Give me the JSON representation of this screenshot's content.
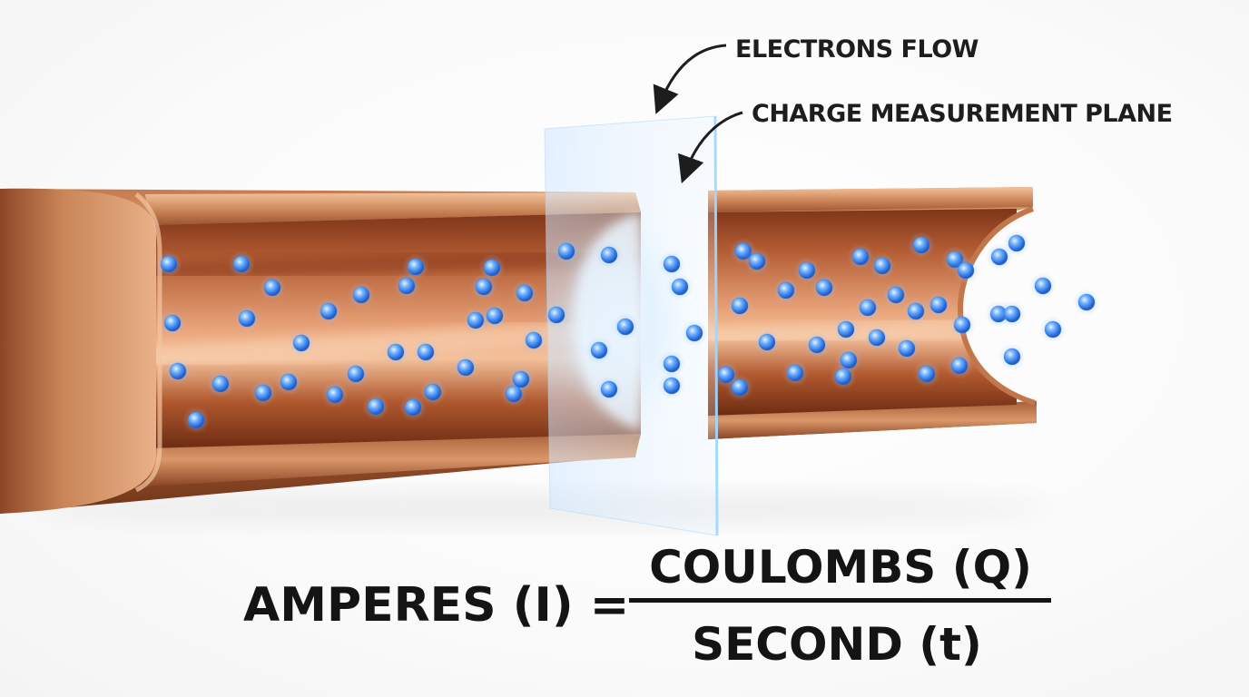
{
  "labels": {
    "electrons_flow": "ELECTRONS FLOW",
    "measurement_plane": "CHARGE MEASUREMENT PLANE"
  },
  "formula": {
    "lhs": "AMPERES (I) =",
    "numerator": "COULOMBS (Q)",
    "denominator": "SECOND (t)"
  },
  "colors": {
    "copper_light": "#f0b68a",
    "copper_mid": "#c87c50",
    "copper_dark": "#7a3a1c",
    "copper_inner": "#b25a32",
    "electron_core": "#2f7ee8",
    "electron_glow": "#8fc4ff",
    "plane_tint": "#bfe0ff",
    "text": "#141414"
  },
  "icons": {
    "electrons_flow_arrow": "curved-arrow-down-left-icon",
    "measurement_plane_arrow": "curved-arrow-down-left-icon"
  }
}
